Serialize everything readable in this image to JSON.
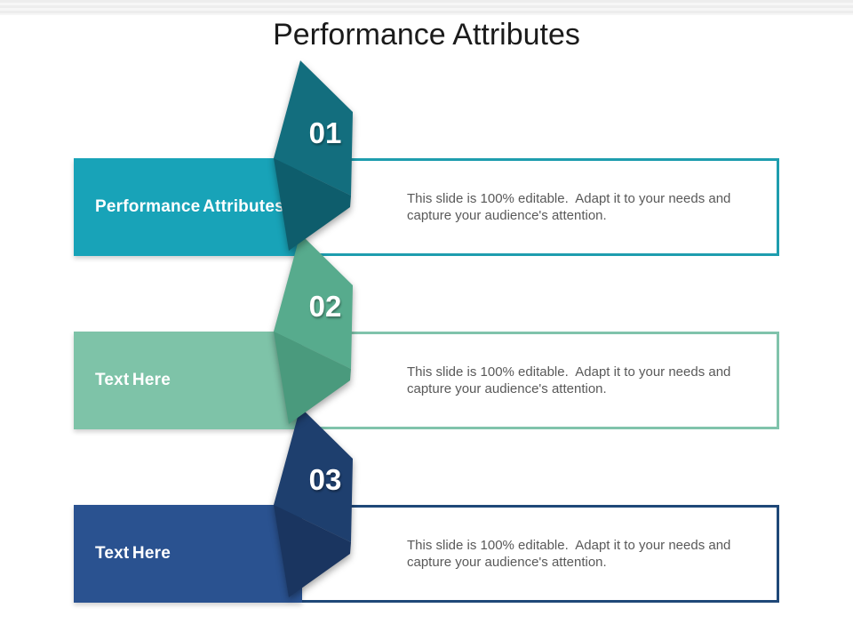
{
  "title": "Performance Attributes",
  "title_color": "#1B1B1B",
  "body_text_color": "#595959",
  "rows": [
    {
      "number": "01",
      "label": "Performance Attributes",
      "description": [
        "This slide is 100% editable.  Adapt it to your needs and",
        "capture your audience's attention."
      ],
      "colors": {
        "band": "#18A3B8",
        "kite": "#136E7E",
        "kite_fold": "#0E5D6C",
        "border": "#1E9DAE"
      }
    },
    {
      "number": "02",
      "label": "Text Here",
      "description": [
        "This slide is 100% editable.  Adapt it to your needs and",
        "capture your audience's attention."
      ],
      "colors": {
        "band": "#7EC3A8",
        "kite": "#57AB8D",
        "kite_fold": "#4A9A7D",
        "border": "#80C3AB"
      }
    },
    {
      "number": "03",
      "label": "Text Here",
      "description": [
        "This slide is 100% editable.  Adapt it to your needs and",
        "capture your audience's attention."
      ],
      "colors": {
        "band": "#2A5290",
        "kite": "#1E3F6E",
        "kite_fold": "#1A3560",
        "border": "#1F4878"
      }
    }
  ]
}
